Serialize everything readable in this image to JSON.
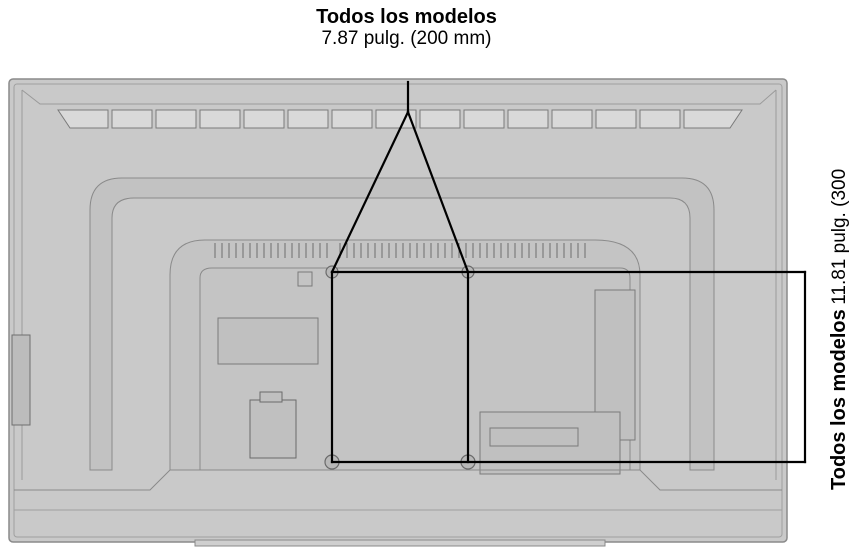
{
  "vertical_spacing": {
    "label": "Todos los modelos",
    "value": "7.87 pulg. (200 mm)"
  },
  "horizontal_spacing": {
    "label": "Todos los modelos",
    "value": "11.81 pulg. (300"
  },
  "colors": {
    "tv_body": "#c8c8c8",
    "tv_outline": "#8c8c8c",
    "recess_fill": "#bebebe",
    "callout_line": "#000000"
  }
}
